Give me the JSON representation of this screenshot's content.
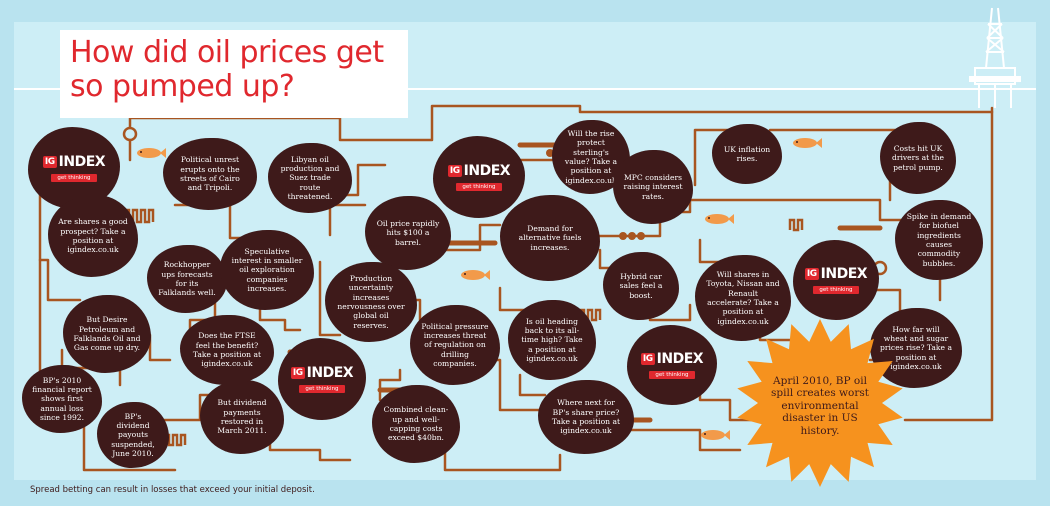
{
  "title": "How did oil prices get so pumped up?",
  "disclaimer": "Spread betting can result in losses that exceed your initial deposit.",
  "ig_logo": {
    "badge": "IG",
    "word": "INDEX",
    "tagline": "get thinking"
  },
  "burst": "April 2010, BP oil spill creates worst environmental disaster in US history.",
  "steps": [
    {
      "id": "bp-report",
      "text": "BP's 2010 financial report shows first annual loss since 1992."
    },
    {
      "id": "bp-dividend-suspended",
      "text": "BP's dividend payouts suspended, June 2010."
    },
    {
      "id": "dividend-restored",
      "text": "But dividend payments restored in March 2011."
    },
    {
      "id": "ftse-benefit",
      "text": "Does the FTSE feel the benefit? Take a position at igindex.co.uk"
    },
    {
      "id": "desire-falklands",
      "text": "But Desire Petroleum and Falklands Oil and Gas come up dry."
    },
    {
      "id": "shares-prospect",
      "text": "Are shares a good prospect? Take a position at igindex.co.uk"
    },
    {
      "id": "rockhopper",
      "text": "Rockhopper ups forecasts for its Falklands well."
    },
    {
      "id": "speculative-interest",
      "text": "Speculative interest in smaller oil exploration companies increases."
    },
    {
      "id": "political-unrest",
      "text": "Political unrest erupts onto the streets of Cairo and Tripoli."
    },
    {
      "id": "libyan-production",
      "text": "Libyan oil production and Suez trade route threatened."
    },
    {
      "id": "oil-100",
      "text": "Oil price rapidly hits $100 a barrel."
    },
    {
      "id": "production-uncertainty",
      "text": "Production uncertainty increases nervousness over global oil reserves."
    },
    {
      "id": "political-pressure",
      "text": "Political pressure increases threat of regulation on drilling companies."
    },
    {
      "id": "clean-up-costs",
      "text": "Combined clean-up and well-capping costs exceed $40bn."
    },
    {
      "id": "oil-all-time-high",
      "text": "Is oil heading back to its all-time high? Take a position at igindex.co.uk"
    },
    {
      "id": "bp-share-price",
      "text": "Where next for BP's share price? Take a position at igindex.co.uk"
    },
    {
      "id": "demand-alt-fuels",
      "text": "Demand for alternative fuels increases."
    },
    {
      "id": "hybrid-car-sales",
      "text": "Hybrid car sales feel a boost."
    },
    {
      "id": "toyota-nissan-renault",
      "text": "Will shares in Toyota, Nissan and Renault accelerate? Take a position at igindex.co.uk"
    },
    {
      "id": "sterling-value",
      "text": "Will the rise protect sterling's value? Take a position at igindex.co.uk"
    },
    {
      "id": "mpc-interest-rates",
      "text": "MPC considers raising interest rates."
    },
    {
      "id": "uk-inflation",
      "text": "UK inflation rises."
    },
    {
      "id": "uk-drivers-petrol",
      "text": "Costs hit UK drivers at the petrol pump."
    },
    {
      "id": "biofuel-spike",
      "text": "Spike in demand for biofuel ingredients causes commodity bubbles."
    },
    {
      "id": "wheat-sugar",
      "text": "How far will wheat and sugar prices rise? Take a position at igindex.co.uk"
    }
  ],
  "colors": {
    "sea": "#cdeef6",
    "pipe": "#a85520",
    "blob": "#3e1a1a",
    "title_red": "#e0282e",
    "burst": "#f6921e",
    "fish": "#f29a4a"
  }
}
